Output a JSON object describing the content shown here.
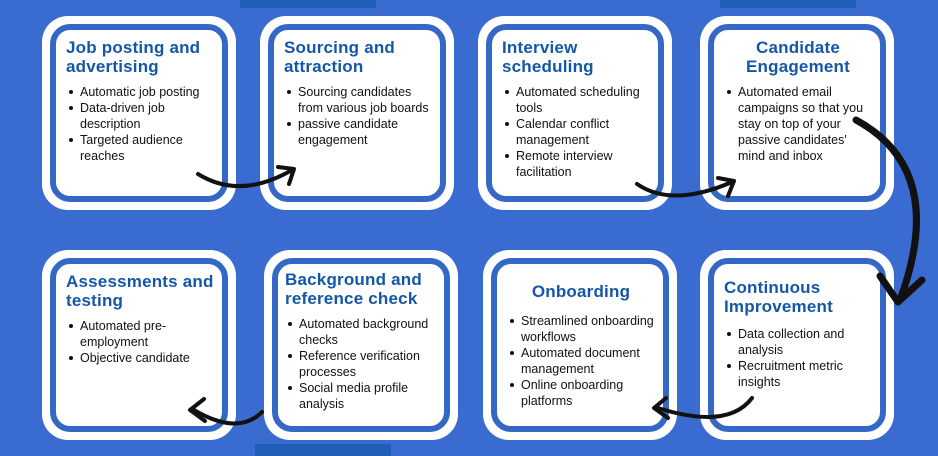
{
  "cards": [
    {
      "title": "Job posting and advertising",
      "items": [
        "Automatic job posting",
        "Data-driven job description",
        "Targeted audience reaches"
      ]
    },
    {
      "title": "Sourcing and attraction",
      "items": [
        "Sourcing candidates from various job boards",
        "passive candidate engagement"
      ]
    },
    {
      "title": "Interview scheduling",
      "items": [
        "Automated scheduling tools",
        "Calendar conflict management",
        "Remote interview facilitation"
      ]
    },
    {
      "title": "Candidate Engagement",
      "items": [
        "Automated email campaigns so that you stay on top of your passive candidates' mind and inbox"
      ]
    },
    {
      "title": "Assessments and testing",
      "items": [
        "Automated pre-employment",
        "Objective candidate"
      ]
    },
    {
      "title": "Background and reference check",
      "items": [
        "Automated background checks",
        "Reference verification processes",
        "Social media profile analysis"
      ]
    },
    {
      "title": "Onboarding",
      "items": [
        "Streamlined onboarding workflows",
        "Automated document management",
        "Online onboarding platforms"
      ]
    },
    {
      "title": "Continuous Improvement",
      "items": [
        "Data collection and analysis",
        "Recruitment metric insights"
      ]
    }
  ],
  "colors": {
    "background": "#3a6bd0",
    "card_border": "#3568c4",
    "title_text": "#1457a8",
    "arrow": "#111111"
  }
}
